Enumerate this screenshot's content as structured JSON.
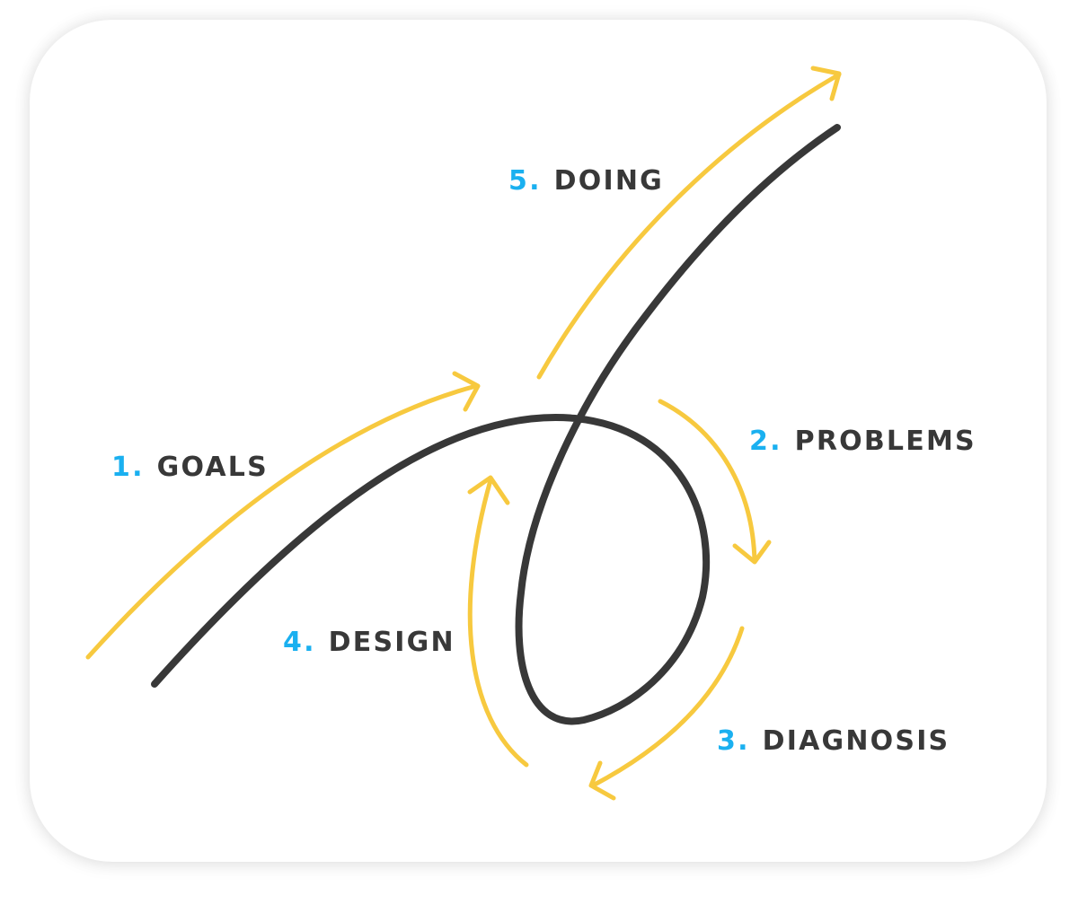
{
  "colors": {
    "card_background": "#ffffff",
    "number": "#1ab0f0",
    "label": "#383838",
    "path_line": "#383838",
    "arrows": "#f7c93f"
  },
  "steps": [
    {
      "number": "1.",
      "label": "GOALS"
    },
    {
      "number": "2.",
      "label": "PROBLEMS"
    },
    {
      "number": "3.",
      "label": "DIAGNOSIS"
    },
    {
      "number": "4.",
      "label": "DESIGN"
    },
    {
      "number": "5.",
      "label": "DOING"
    }
  ]
}
